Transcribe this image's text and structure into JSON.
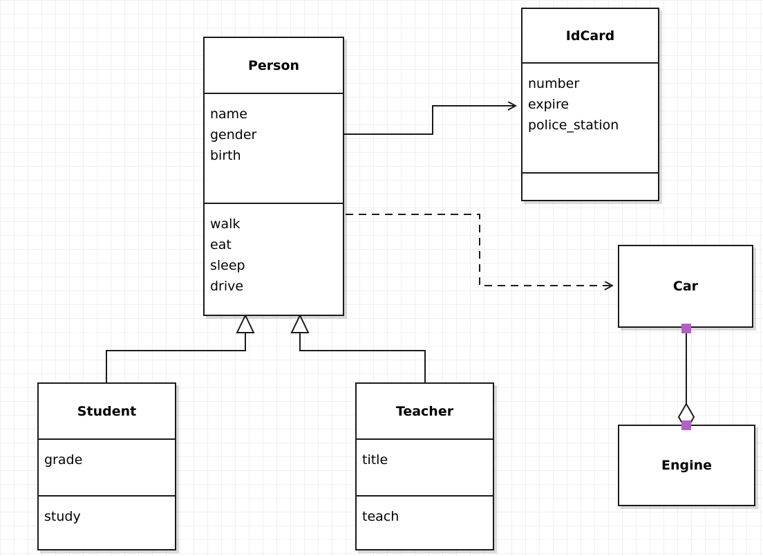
{
  "diagram": {
    "type": "uml-class-diagram",
    "background": "#ffffff",
    "grid_color": "#f0f0f0",
    "line_color": "#1a1a1a",
    "handle_color": "#b45fc4"
  },
  "classes": {
    "person": {
      "name": "Person",
      "attributes": [
        "name",
        "gender",
        "birth"
      ],
      "operations": [
        "walk",
        "eat",
        "sleep",
        "drive"
      ]
    },
    "idcard": {
      "name": "IdCard",
      "attributes": [
        "number",
        "expire",
        "police_station"
      ],
      "operations": []
    },
    "car": {
      "name": "Car",
      "attributes": [],
      "operations": []
    },
    "engine": {
      "name": "Engine",
      "attributes": [],
      "operations": []
    },
    "student": {
      "name": "Student",
      "attributes": [
        "grade"
      ],
      "operations": [
        "study"
      ]
    },
    "teacher": {
      "name": "Teacher",
      "attributes": [
        "title"
      ],
      "operations": [
        "teach"
      ]
    }
  },
  "relations": [
    {
      "kind": "association",
      "from": "Person",
      "to": "IdCard",
      "style": "solid",
      "arrow": "open"
    },
    {
      "kind": "dependency",
      "from": "Person",
      "to": "Car",
      "style": "dashed",
      "arrow": "open"
    },
    {
      "kind": "generalization",
      "from": "Student",
      "to": "Person",
      "style": "solid",
      "arrow": "hollow-triangle"
    },
    {
      "kind": "generalization",
      "from": "Teacher",
      "to": "Person",
      "style": "solid",
      "arrow": "hollow-triangle"
    },
    {
      "kind": "aggregation",
      "from": "Car",
      "to": "Engine",
      "style": "solid",
      "arrow": "hollow-diamond"
    }
  ]
}
